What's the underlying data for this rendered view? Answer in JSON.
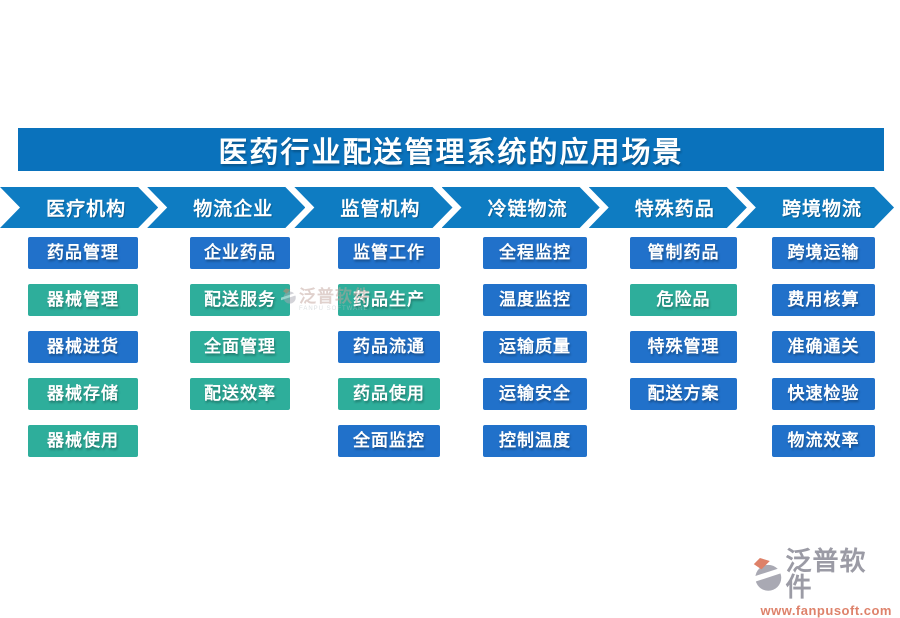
{
  "title": "医药行业配送管理系统的应用场景",
  "colors": {
    "title_bar": "#0a72bc",
    "arrow": "#0e7cc2",
    "box_blue": "#2171ca",
    "box_green": "#2eae9b",
    "brand_text": "#9b9ba5",
    "brand_url": "#de826b",
    "logo_grey": "#a9a9b3",
    "logo_accent": "#de8168"
  },
  "columns": [
    {
      "header": "医疗机构",
      "items": [
        {
          "label": "药品管理",
          "color": "blue"
        },
        {
          "label": "器械管理",
          "color": "green"
        },
        {
          "label": "器械进货",
          "color": "blue"
        },
        {
          "label": "器械存储",
          "color": "green"
        },
        {
          "label": "器械使用",
          "color": "green"
        }
      ]
    },
    {
      "header": "物流企业",
      "items": [
        {
          "label": "企业药品",
          "color": "blue"
        },
        {
          "label": "配送服务",
          "color": "green"
        },
        {
          "label": "全面管理",
          "color": "green"
        },
        {
          "label": "配送效率",
          "color": "green"
        }
      ]
    },
    {
      "header": "监管机构",
      "items": [
        {
          "label": "监管工作",
          "color": "blue"
        },
        {
          "label": "药品生产",
          "color": "green"
        },
        {
          "label": "药品流通",
          "color": "blue"
        },
        {
          "label": "药品使用",
          "color": "green"
        },
        {
          "label": "全面监控",
          "color": "blue"
        }
      ]
    },
    {
      "header": "冷链物流",
      "items": [
        {
          "label": "全程监控",
          "color": "blue"
        },
        {
          "label": "温度监控",
          "color": "blue"
        },
        {
          "label": "运输质量",
          "color": "blue"
        },
        {
          "label": "运输安全",
          "color": "blue"
        },
        {
          "label": "控制温度",
          "color": "blue"
        }
      ]
    },
    {
      "header": "特殊药品",
      "items": [
        {
          "label": "管制药品",
          "color": "blue"
        },
        {
          "label": "危险品",
          "color": "green"
        },
        {
          "label": "特殊管理",
          "color": "blue"
        },
        {
          "label": "配送方案",
          "color": "blue"
        }
      ]
    },
    {
      "header": "跨境物流",
      "items": [
        {
          "label": "跨境运输",
          "color": "blue"
        },
        {
          "label": "费用核算",
          "color": "blue"
        },
        {
          "label": "准确通关",
          "color": "blue"
        },
        {
          "label": "快速检验",
          "color": "blue"
        },
        {
          "label": "物流效率",
          "color": "blue"
        }
      ]
    }
  ],
  "center_watermark": {
    "brand": "泛普软件",
    "subtext": "FANPU SOFTWARE"
  },
  "brand_watermark": {
    "brand": "泛普软件",
    "url": "www.fanpusoft.com"
  }
}
